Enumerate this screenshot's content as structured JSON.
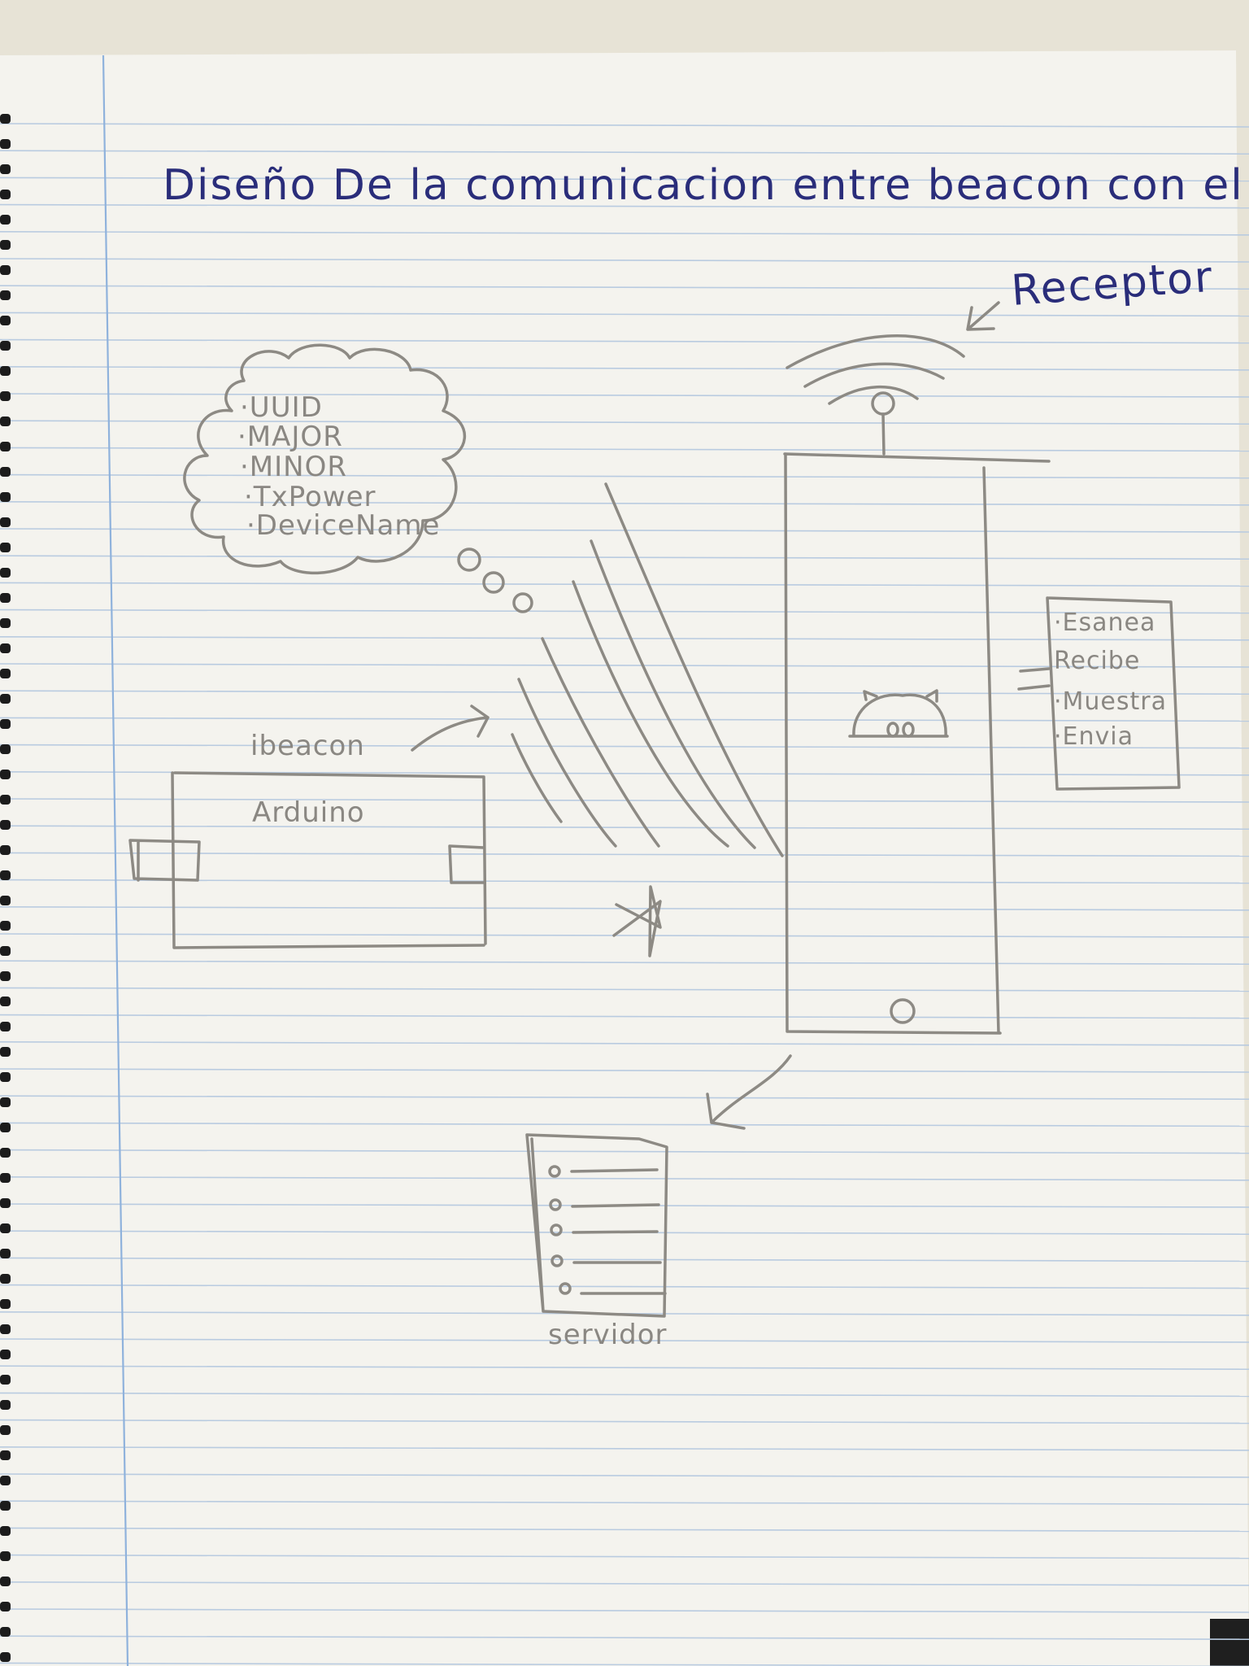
{
  "diagram": {
    "title": "Diseño De la comunicacion entre beacon con el movil",
    "receiver_label": "Receptor",
    "beacon_fields": [
      "·UUID",
      "·MAJOR",
      "·MINOR",
      "·TxPower",
      "·DeviceName"
    ],
    "beacon_label": "ibeacon",
    "board_label": "Arduino",
    "phone_actions": [
      "·Esanea",
      "Recibe",
      "·Muestra",
      "·Envia"
    ],
    "server_label": "servidor"
  },
  "colors": {
    "paper": "#f4f3ee",
    "ink": "#2a2d7a",
    "pencil": "#8d8a84",
    "rule_line": "#b9cbe0",
    "margin_line": "#8fb2dc"
  },
  "icons": [
    "android-icon",
    "bluetooth-icon",
    "wifi-signal-icon",
    "antenna-icon",
    "server-icon"
  ]
}
